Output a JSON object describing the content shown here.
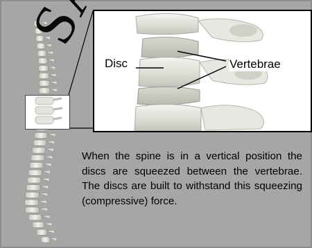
{
  "labels": {
    "disc": "Disc",
    "vertebrae": "Vertebrae"
  },
  "caption": "When the spine is in a vertical position the discs are squeezed between the vertebrae. The discs are built to withstand this squeezing (compressive) force.",
  "watermark": "SAMPLE",
  "colors": {
    "background": "#a6a6a6",
    "bone": "#e6e6df",
    "disc": "#d9d9d0",
    "outline": "#000000"
  }
}
